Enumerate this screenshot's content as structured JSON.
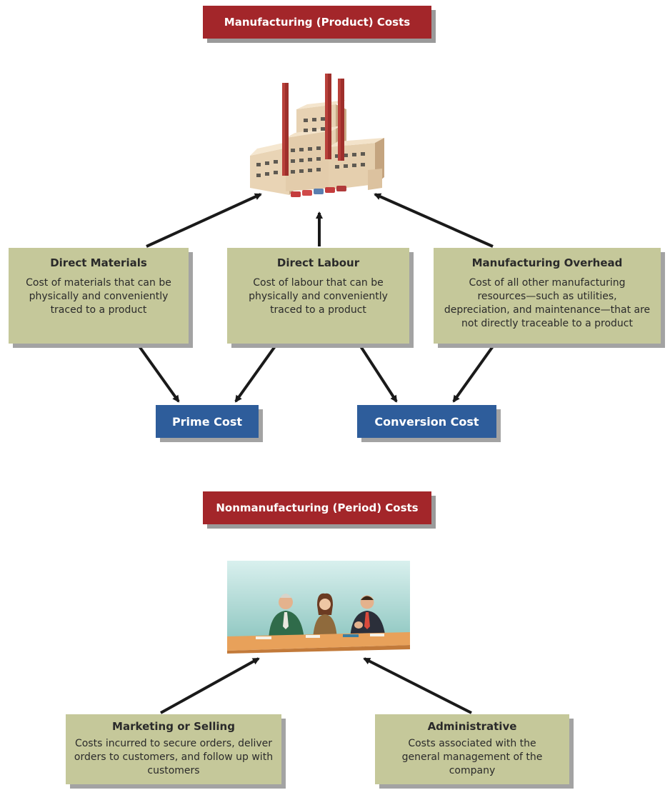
{
  "manufacturing": {
    "header": "Manufacturing (Product) Costs",
    "direct_materials": {
      "title": "Direct Materials",
      "desc": "Cost of materials that can be physically and conveniently traced to a product"
    },
    "direct_labour": {
      "title": "Direct Labour",
      "desc": "Cost of labour that can be physically and conveniently traced to a product"
    },
    "overhead": {
      "title": "Manufacturing Overhead",
      "desc": "Cost of all other manufacturing resources—such as utilities, depreciation, and maintenance—that are not directly traceable to a product"
    },
    "prime_cost": "Prime Cost",
    "conversion_cost": "Conversion Cost"
  },
  "nonmanufacturing": {
    "header": "Nonmanufacturing (Period) Costs",
    "marketing": {
      "title": "Marketing or Selling",
      "desc": "Costs incurred to secure orders, deliver orders to customers, and follow up with customers"
    },
    "administrative": {
      "title": "Administrative",
      "desc": "Costs associated with the general management of the company"
    }
  },
  "icons": [
    "factory-illustration",
    "meeting-illustration"
  ],
  "colors": {
    "header_red": "#a3262a",
    "box_green": "#c5c89a",
    "cost_blue": "#2e5d9b"
  }
}
